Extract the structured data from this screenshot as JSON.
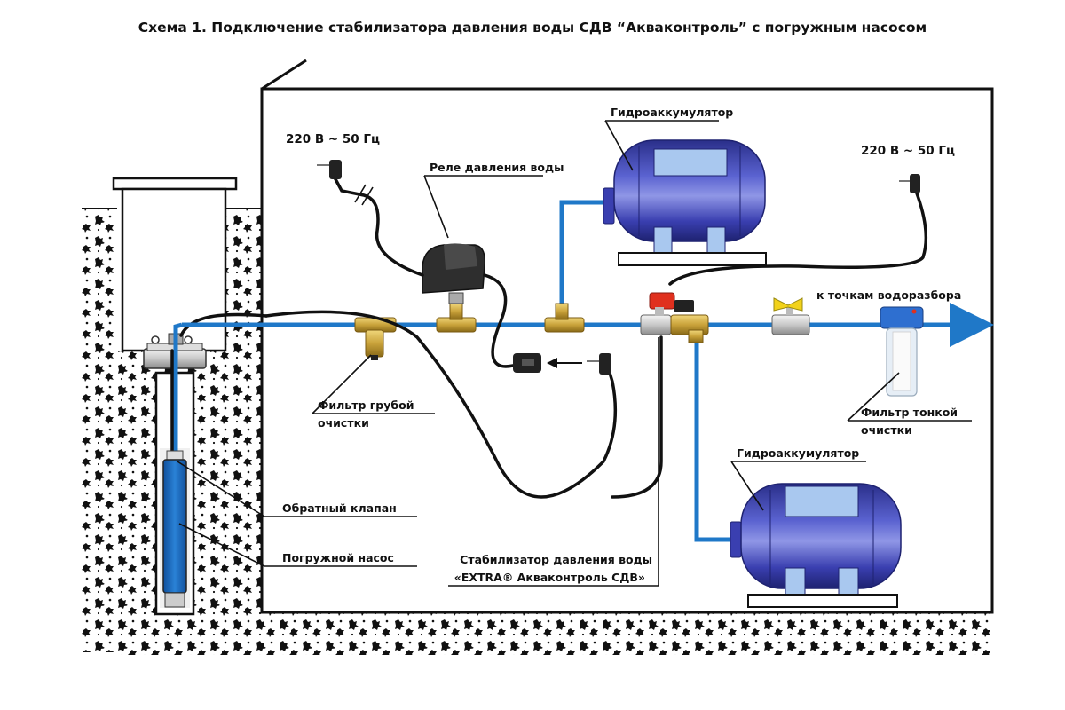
{
  "title": "Схема 1. Подключение стабилизатора давления воды СДВ “Акваконтроль” с погружным насосом",
  "labels": {
    "power_left": "220 В ~ 50 Гц",
    "power_right": "220 В ~ 50 Гц",
    "pressure_relay": "Реле давления воды",
    "accumulator_top": "Гидроаккумулятор",
    "accumulator_bottom": "Гидроаккумулятор",
    "to_outlets": "к точкам водоразбора",
    "coarse_filter_line1": "Фильтр грубой",
    "coarse_filter_line2": "очистки",
    "fine_filter_line1": "Фильтр тонкой",
    "fine_filter_line2": "очистки",
    "check_valve": "Обратный клапан",
    "submersible_pump": "Погружной насос",
    "stabilizer_line1": "Стабилизатор давления воды",
    "stabilizer_line2": "«EXTRA® Акваконтроль СДВ»"
  },
  "colors": {
    "pipe": "#1f78c8",
    "tank": "#3a3fb0",
    "tank_highlight": "#a9c8ef",
    "brass": "#c9a23a",
    "valve_red": "#e0301e",
    "valve_yellow": "#f2d21a",
    "cable": "#111111"
  }
}
